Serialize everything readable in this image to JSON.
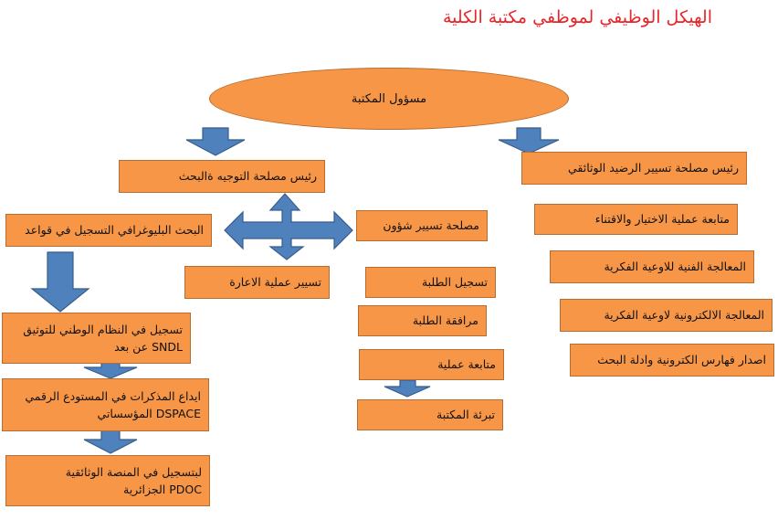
{
  "title": "الهيكل الوظيفي لموظفي مكتبة الكلية",
  "root": "مسؤول المكتبة",
  "left_branch": {
    "head": "رئيس مصلحة التوجيه ةالبحث",
    "bibliographic": "البحث البليوغرافي التسجيل في قواعد",
    "sndl": [
      "تسجيل في النظام الوطني للتوثيق",
      "SNDL عن بعد"
    ],
    "dspace": [
      "ايداع المذكرات في المستودع الرقمي",
      "DSPACE المؤسساتي"
    ],
    "pdoc": [
      "لبتسجيل في المنصة الوثائقية",
      "PDOC الجزائرية"
    ],
    "loan": "تسيير عملية الاعارة"
  },
  "middle_branch": {
    "head": "مصلحة تسيير شؤون",
    "items": [
      "تسجيل الطلبة",
      "مرافقة الطلبة",
      "متابعة عملية",
      "تبرئة المكتبة"
    ]
  },
  "right_branch": {
    "head": "رئيس مصلحة تسيير الرضيد الوثائقي",
    "items": [
      "متابعة عملية الاختيار والاقتناء",
      "المعالجة الفنية للاوعية الفكرية",
      "المعالجة الالكترونية لاوعية الفكرية",
      "اصدار فهارس الكترونية وادلة البحث"
    ]
  },
  "colors": {
    "box_fill": "#f79646",
    "box_border": "#b66d31",
    "arrow": "#4f81bd",
    "title": "#e8262a"
  }
}
